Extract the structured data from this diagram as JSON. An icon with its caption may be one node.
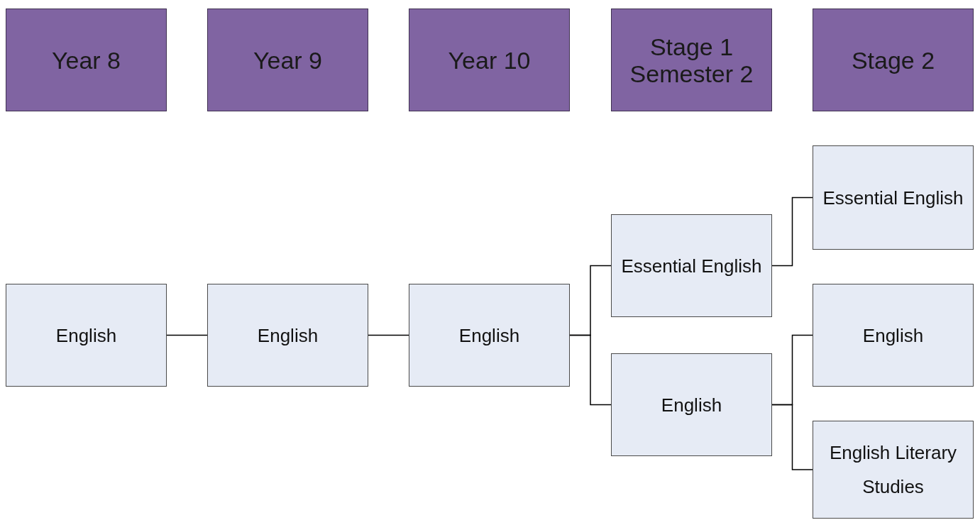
{
  "diagram": {
    "nodes": [
      {
        "text": [
          "Year 8"
        ]
      },
      {
        "text": [
          "Year 9"
        ]
      },
      {
        "text": [
          "Year 10"
        ]
      },
      {
        "text": [
          "Stage 1 Semester 2"
        ]
      },
      {
        "text": [
          "Stage 2"
        ]
      },
      {
        "text": [
          "English"
        ]
      },
      {
        "text": [
          "English"
        ]
      },
      {
        "text": [
          "English"
        ]
      },
      {
        "text": [
          "Essential English"
        ]
      },
      {
        "text": [
          "English"
        ]
      },
      {
        "text": [
          "Essential English"
        ]
      },
      {
        "text": [
          "English"
        ]
      },
      {
        "text": [
          "English Literary Studies"
        ]
      }
    ],
    "edges": [
      {
        "from": 5,
        "to": 6,
        "arrow": "none"
      },
      {
        "from": 6,
        "to": 7,
        "arrow": "none"
      },
      {
        "from": 7,
        "to": 8,
        "arrow": "none"
      },
      {
        "from": 7,
        "to": 9,
        "arrow": "none"
      },
      {
        "from": 8,
        "to": 10,
        "arrow": "none"
      },
      {
        "from": 9,
        "to": 11,
        "arrow": "none"
      },
      {
        "from": 9,
        "to": 12,
        "arrow": "none"
      }
    ]
  }
}
